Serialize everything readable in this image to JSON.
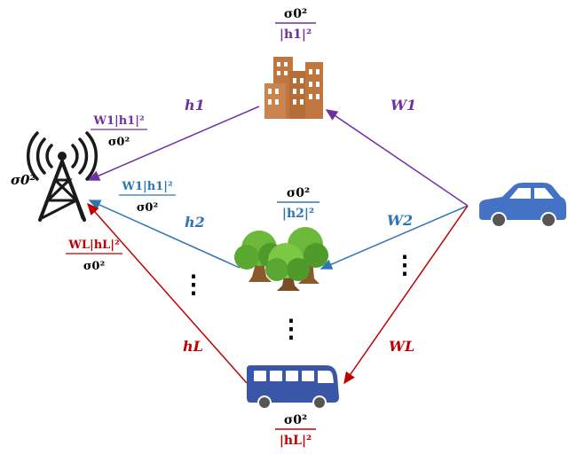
{
  "colors": {
    "purple": "#7030a0",
    "blue": "#2e75b6",
    "red": "#c00000",
    "black": "#000000",
    "building": "#c0763f",
    "car": "#4472c4",
    "bus": "#3a57a7",
    "tree_green": "#5aa832",
    "tree_trunk": "#8b5a2b"
  },
  "nodes": {
    "tower": {
      "icon": "cell-tower-icon",
      "noise_label": "σ0²"
    },
    "building": {
      "icon": "building-icon",
      "numerator": "σ0²",
      "denominator": "|h1|²"
    },
    "trees": {
      "icon": "trees-icon",
      "numerator": "σ0²",
      "denominator": "|h2|²"
    },
    "bus": {
      "icon": "bus-icon",
      "numerator": "σ0²",
      "denominator": "|hL|²"
    },
    "car": {
      "icon": "car-icon"
    }
  },
  "paths": [
    {
      "channel": "h1",
      "weight": "W1",
      "snr_num": "W1|h1|²",
      "snr_den": "σ0²",
      "color": "purple"
    },
    {
      "channel": "h2",
      "weight": "W2",
      "snr_num": "W1|h1|²",
      "snr_den": "σ0²",
      "color": "blue"
    },
    {
      "channel": "hL",
      "weight": "WL",
      "snr_num": "WL|hL|²",
      "snr_den": "σ0²",
      "color": "red"
    }
  ],
  "ellipsis": "⋮"
}
